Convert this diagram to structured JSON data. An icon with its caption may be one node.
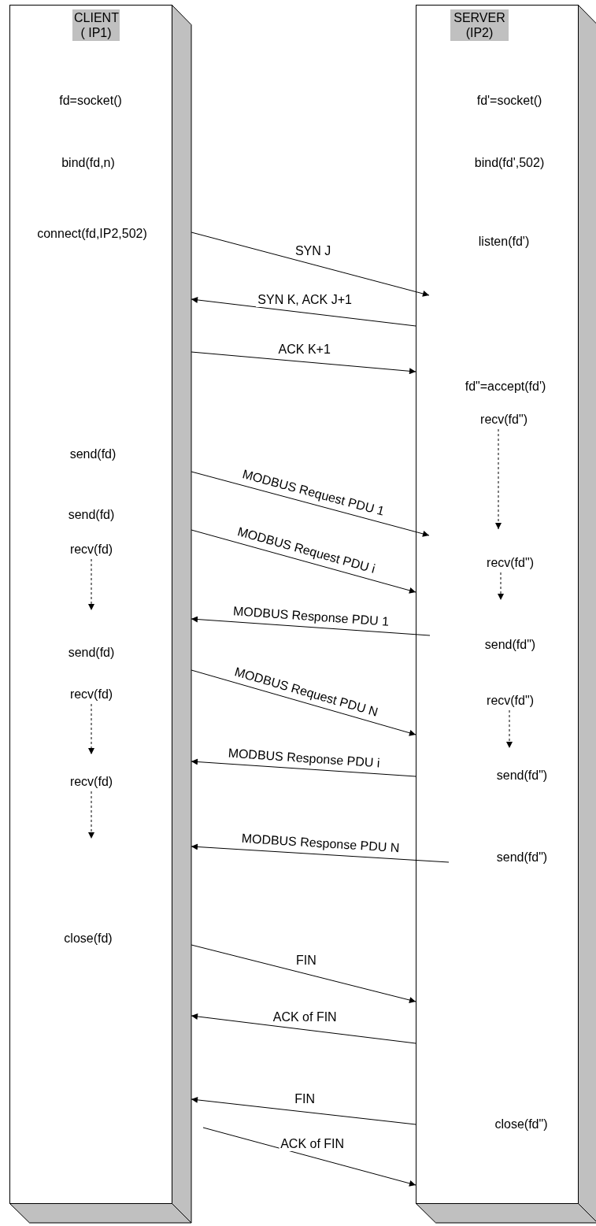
{
  "diagram": {
    "nodes": [
      {
        "text": [
          "CLIENT ( IP1)"
        ]
      },
      {
        "text": [
          "fd=socket()"
        ],
        "in": 0
      },
      {
        "text": [
          "bind(fd,n)"
        ],
        "in": 0
      },
      {
        "text": [
          "connect(fd,IP2,502)"
        ],
        "in": 0
      },
      {
        "text": [
          "send(fd)"
        ],
        "in": 0
      },
      {
        "text": [
          "send(fd)"
        ],
        "in": 0
      },
      {
        "text": [
          "recv(fd)"
        ],
        "in": 0
      },
      {
        "text": [
          "send(fd)"
        ],
        "in": 0
      },
      {
        "text": [
          "recv(fd)"
        ],
        "in": 0
      },
      {
        "text": [
          "recv(fd)"
        ],
        "in": 0
      },
      {
        "text": [
          "close(fd)"
        ],
        "in": 0
      },
      {
        "text": [
          "SERVER (IP2)"
        ]
      },
      {
        "text": [
          "fd'=socket()"
        ],
        "in": 11
      },
      {
        "text": [
          "bind(fd',502)"
        ],
        "in": 11
      },
      {
        "text": [
          "listen(fd')"
        ],
        "in": 11
      },
      {
        "text": [
          "fd\"=accept(fd')"
        ],
        "in": 11
      },
      {
        "text": [
          "recv(fd\")"
        ],
        "in": 11
      },
      {
        "text": [
          "recv(fd\")"
        ],
        "in": 11
      },
      {
        "text": [
          "send(fd\")"
        ],
        "in": 11
      },
      {
        "text": [
          "recv(fd\")"
        ],
        "in": 11
      },
      {
        "text": [
          "send(fd\")"
        ],
        "in": 11
      },
      {
        "text": [
          "send(fd\")"
        ],
        "in": 11
      },
      {
        "text": [
          "close(fd\")"
        ],
        "in": 11
      }
    ],
    "edges": [
      {
        "from": 0,
        "to": 11,
        "arrow": "to",
        "label": "SYN J"
      },
      {
        "from": 11,
        "to": 0,
        "arrow": "to",
        "label": "SYN K, ACK J+1"
      },
      {
        "from": 0,
        "to": 11,
        "arrow": "to",
        "label": "ACK K+1"
      },
      {
        "from": 0,
        "to": 11,
        "arrow": "to",
        "label": "MODBUS Request PDU 1"
      },
      {
        "from": 0,
        "to": 11,
        "arrow": "to",
        "label": "MODBUS Request PDU i"
      },
      {
        "from": 11,
        "to": 0,
        "arrow": "to",
        "label": "MODBUS Response PDU 1"
      },
      {
        "from": 0,
        "to": 11,
        "arrow": "to",
        "label": "MODBUS Request PDU N"
      },
      {
        "from": 11,
        "to": 0,
        "arrow": "to",
        "label": "MODBUS Response PDU i"
      },
      {
        "from": 11,
        "to": 0,
        "arrow": "to",
        "label": "MODBUS Response PDU  N"
      },
      {
        "from": 0,
        "to": 11,
        "arrow": "to",
        "label": "FIN"
      },
      {
        "from": 11,
        "to": 0,
        "arrow": "to",
        "label": "ACK of FIN"
      },
      {
        "from": 11,
        "to": 0,
        "arrow": "to",
        "label": "FIN"
      },
      {
        "from": 0,
        "to": 11,
        "arrow": "to",
        "label": "ACK of FIN"
      },
      {
        "from": 6,
        "to": 7,
        "arrow": "to",
        "style": "dashed"
      },
      {
        "from": 8,
        "to": 9,
        "arrow": "to",
        "style": "dashed"
      },
      {
        "from": 9,
        "to": null,
        "arrow": "to",
        "style": "dashed"
      },
      {
        "from": 16,
        "to": 17,
        "arrow": "to",
        "style": "dashed"
      },
      {
        "from": 17,
        "to": null,
        "arrow": "to",
        "style": "dashed"
      },
      {
        "from": 19,
        "to": 20,
        "arrow": "to",
        "style": "dashed"
      }
    ]
  }
}
